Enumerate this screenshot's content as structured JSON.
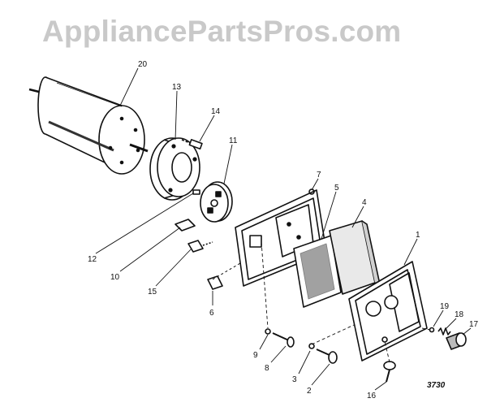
{
  "watermark": "AppliancePartsPros.com",
  "diagram_code": "3730",
  "callouts": [
    "20",
    "13",
    "14",
    "11",
    "12",
    "10",
    "15",
    "6",
    "7",
    "5",
    "4",
    "1",
    "9",
    "8",
    "3",
    "2",
    "16",
    "19",
    "18",
    "17"
  ]
}
